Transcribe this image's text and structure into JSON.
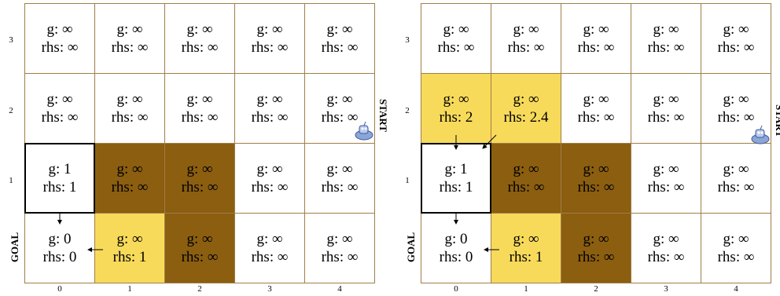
{
  "row_labels": [
    "3",
    "2",
    "1"
  ],
  "col_labels": [
    "0",
    "1",
    "2",
    "3",
    "4"
  ],
  "goal_label": "GOAL",
  "start_label": "START",
  "colors": {
    "white": "#ffffff",
    "yellow": "#f8da5b",
    "brown": "#8b5e10",
    "border": "#a07e47"
  },
  "grids": [
    {
      "rows": [
        [
          {
            "g": "g: ∞",
            "rhs": "rhs: ∞",
            "fill": "white"
          },
          {
            "g": "g: ∞",
            "rhs": "rhs: ∞",
            "fill": "white"
          },
          {
            "g": "g: ∞",
            "rhs": "rhs: ∞",
            "fill": "white"
          },
          {
            "g": "g: ∞",
            "rhs": "rhs: ∞",
            "fill": "white"
          },
          {
            "g": "g: ∞",
            "rhs": "rhs: ∞",
            "fill": "white"
          }
        ],
        [
          {
            "g": "g: ∞",
            "rhs": "rhs: ∞",
            "fill": "white"
          },
          {
            "g": "g: ∞",
            "rhs": "rhs: ∞",
            "fill": "white"
          },
          {
            "g": "g: ∞",
            "rhs": "rhs: ∞",
            "fill": "white"
          },
          {
            "g": "g: ∞",
            "rhs": "rhs: ∞",
            "fill": "white"
          },
          {
            "g": "g: ∞",
            "rhs": "rhs: ∞",
            "fill": "white"
          }
        ],
        [
          {
            "g": "g: 1",
            "rhs": "rhs: 1",
            "fill": "white"
          },
          {
            "g": "g: ∞",
            "rhs": "rhs: ∞",
            "fill": "brown"
          },
          {
            "g": "g: ∞",
            "rhs": "rhs: ∞",
            "fill": "brown"
          },
          {
            "g": "g: ∞",
            "rhs": "rhs: ∞",
            "fill": "white"
          },
          {
            "g": "g: ∞",
            "rhs": "rhs: ∞",
            "fill": "white"
          }
        ],
        [
          {
            "g": "g: 0",
            "rhs": "rhs: 0",
            "fill": "white"
          },
          {
            "g": "g: ∞",
            "rhs": "rhs: 1",
            "fill": "yellow"
          },
          {
            "g": "g: ∞",
            "rhs": "rhs: ∞",
            "fill": "brown"
          },
          {
            "g": "g: ∞",
            "rhs": "rhs: ∞",
            "fill": "white"
          },
          {
            "g": "g: ∞",
            "rhs": "rhs: ∞",
            "fill": "white"
          }
        ]
      ]
    },
    {
      "rows": [
        [
          {
            "g": "g: ∞",
            "rhs": "rhs: ∞",
            "fill": "white"
          },
          {
            "g": "g: ∞",
            "rhs": "rhs: ∞",
            "fill": "white"
          },
          {
            "g": "g: ∞",
            "rhs": "rhs: ∞",
            "fill": "white"
          },
          {
            "g": "g: ∞",
            "rhs": "rhs: ∞",
            "fill": "white"
          },
          {
            "g": "g: ∞",
            "rhs": "rhs: ∞",
            "fill": "white"
          }
        ],
        [
          {
            "g": "g: ∞",
            "rhs": "rhs: 2",
            "fill": "yellow"
          },
          {
            "g": "g: ∞",
            "rhs": "rhs: 2.4",
            "fill": "yellow"
          },
          {
            "g": "g: ∞",
            "rhs": "rhs: ∞",
            "fill": "white"
          },
          {
            "g": "g: ∞",
            "rhs": "rhs: ∞",
            "fill": "white"
          },
          {
            "g": "g: ∞",
            "rhs": "rhs: ∞",
            "fill": "white"
          }
        ],
        [
          {
            "g": "g: 1",
            "rhs": "rhs: 1",
            "fill": "white"
          },
          {
            "g": "g: ∞",
            "rhs": "rhs: ∞",
            "fill": "brown"
          },
          {
            "g": "g: ∞",
            "rhs": "rhs: ∞",
            "fill": "brown"
          },
          {
            "g": "g: ∞",
            "rhs": "rhs: ∞",
            "fill": "white"
          },
          {
            "g": "g: ∞",
            "rhs": "rhs: ∞",
            "fill": "white"
          }
        ],
        [
          {
            "g": "g: 0",
            "rhs": "rhs: 0",
            "fill": "white"
          },
          {
            "g": "g: ∞",
            "rhs": "rhs: 1",
            "fill": "yellow"
          },
          {
            "g": "g: ∞",
            "rhs": "rhs: ∞",
            "fill": "brown"
          },
          {
            "g": "g: ∞",
            "rhs": "rhs: ∞",
            "fill": "white"
          },
          {
            "g": "g: ∞",
            "rhs": "rhs: ∞",
            "fill": "white"
          }
        ]
      ]
    }
  ]
}
